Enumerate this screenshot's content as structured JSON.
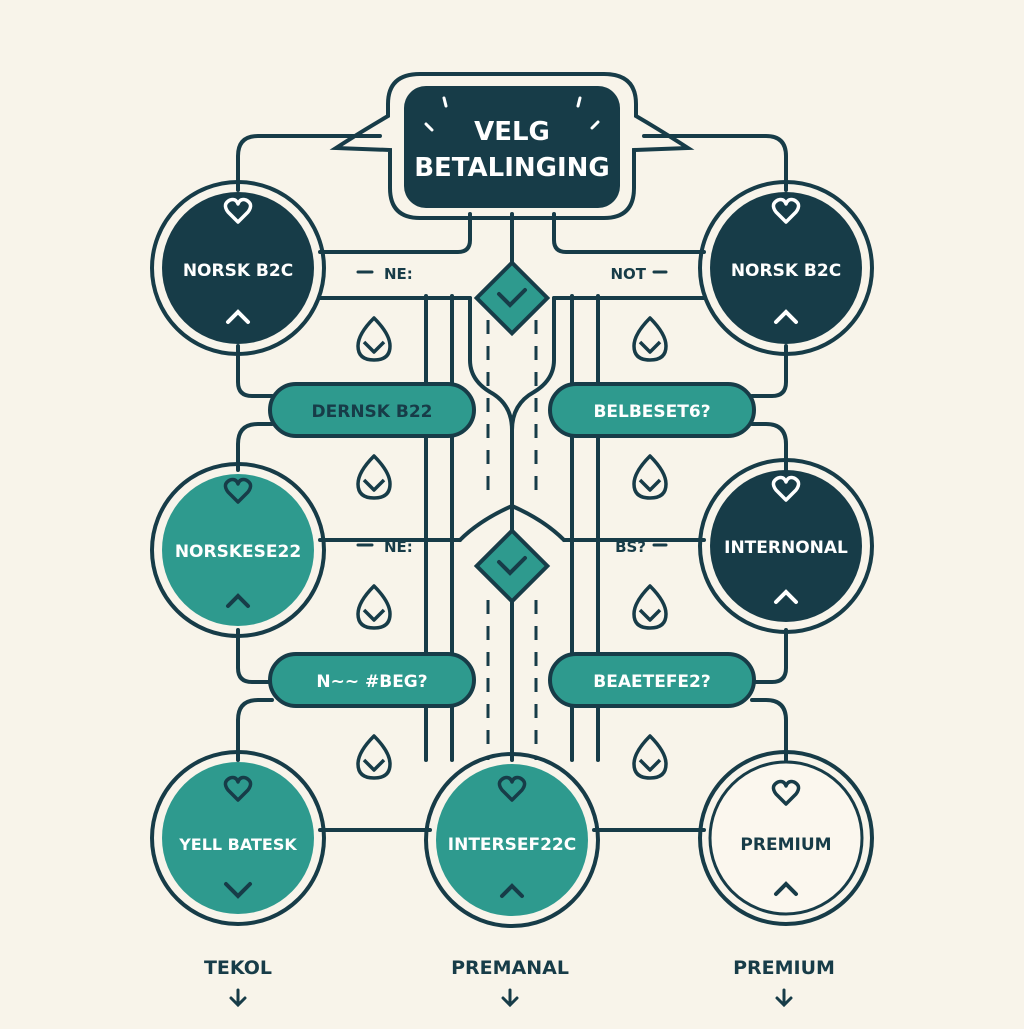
{
  "colors": {
    "background": "#f8f4ea",
    "dark": "#173c48",
    "teal": "#2e9a8e",
    "light": "#fbf7ee",
    "text_on_dark": "#ffffff",
    "text_on_light": "#173c48"
  },
  "header": {
    "line1": "VELG",
    "line2": "BETALINGING"
  },
  "nodes": {
    "norsk_b2c_left": "NORSK B2C",
    "norsk_b2c_right": "NORSK B2C",
    "norskese22": "NORSKESE22",
    "internonal": "INTERNONAL",
    "yell_batesk": "YELL BATESK",
    "intersef22c": "INTERSEF22C",
    "premium_node": "PREMIUM"
  },
  "pills": {
    "dernsk_b22": "DERNSK B22",
    "belbeset6": "BELBESET6?",
    "nwe_beg6": "N~~  #BEG?",
    "beaetefe22": "BEAETEFE2?"
  },
  "connector_labels": {
    "ne_top": "NE:",
    "not_top": "NOT",
    "ne_mid": "NE:",
    "bs_mid": "BS?"
  },
  "footer": {
    "tekol": "TEKOL",
    "premanal": "PREMANAL",
    "premium": "PREMIUM"
  },
  "icons": [
    "heart-icon",
    "chevron-up-icon",
    "chevron-down-icon",
    "leaf-icon",
    "diamond-check-icon",
    "arrow-down-icon"
  ]
}
